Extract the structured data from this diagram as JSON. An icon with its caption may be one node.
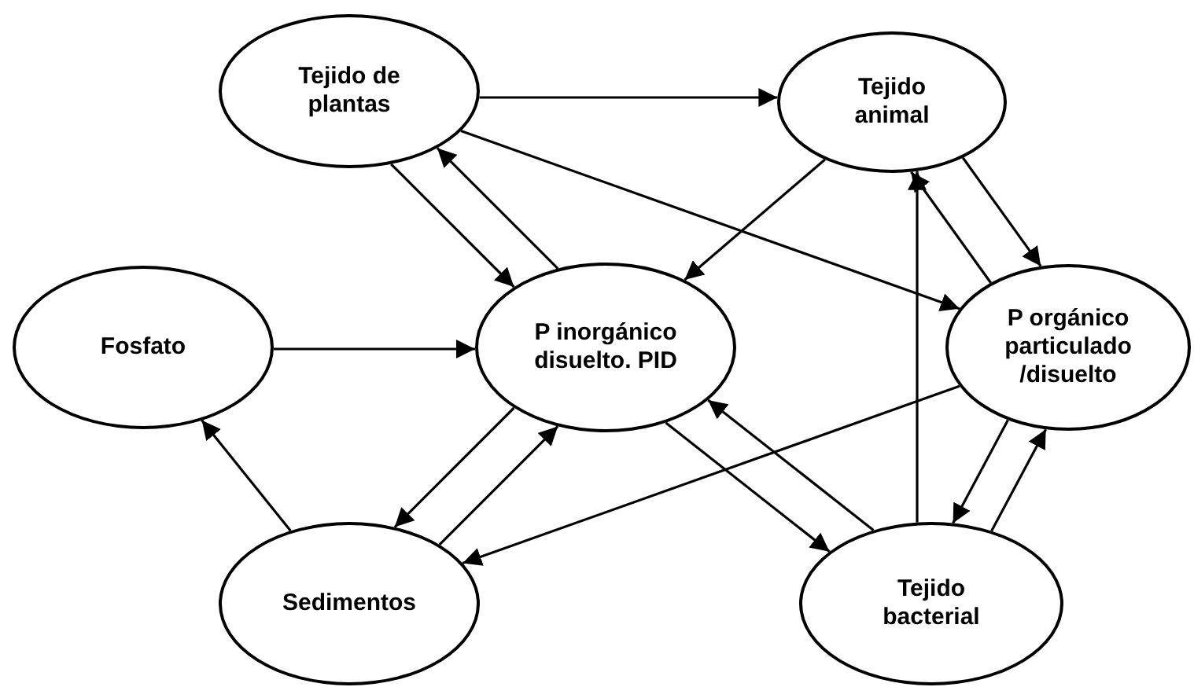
{
  "diagram": {
    "nodes": [
      {
        "text": [
          "Tejido de plantas"
        ]
      },
      {
        "text": [
          "Tejido animal"
        ]
      },
      {
        "text": [
          "Fosfato"
        ]
      },
      {
        "text": [
          "P inorgánico disuelto. PID"
        ]
      },
      {
        "text": [
          "P orgánico particulado /disuelto"
        ]
      },
      {
        "text": [
          "Sedimentos"
        ]
      },
      {
        "text": [
          "Tejido bacterial"
        ]
      }
    ],
    "edges": [
      {
        "from": 0,
        "to": 1,
        "arrow": "to"
      },
      {
        "from": 0,
        "to": 4,
        "arrow": "to"
      },
      {
        "from": 0,
        "to": 3,
        "arrow": "to"
      },
      {
        "from": 3,
        "to": 0,
        "arrow": "to"
      },
      {
        "from": 1,
        "to": 3,
        "arrow": "to"
      },
      {
        "from": 1,
        "to": 4,
        "arrow": "to"
      },
      {
        "from": 4,
        "to": 1,
        "arrow": "to"
      },
      {
        "from": 6,
        "to": 1,
        "arrow": "to"
      },
      {
        "from": 2,
        "to": 3,
        "arrow": "to"
      },
      {
        "from": 5,
        "to": 2,
        "arrow": "to"
      },
      {
        "from": 5,
        "to": 3,
        "arrow": "to"
      },
      {
        "from": 3,
        "to": 5,
        "arrow": "to"
      },
      {
        "from": 4,
        "to": 5,
        "arrow": "to"
      },
      {
        "from": 3,
        "to": 6,
        "arrow": "to"
      },
      {
        "from": 6,
        "to": 3,
        "arrow": "to"
      },
      {
        "from": 4,
        "to": 6,
        "arrow": "to"
      },
      {
        "from": 6,
        "to": 4,
        "arrow": "to"
      }
    ]
  }
}
